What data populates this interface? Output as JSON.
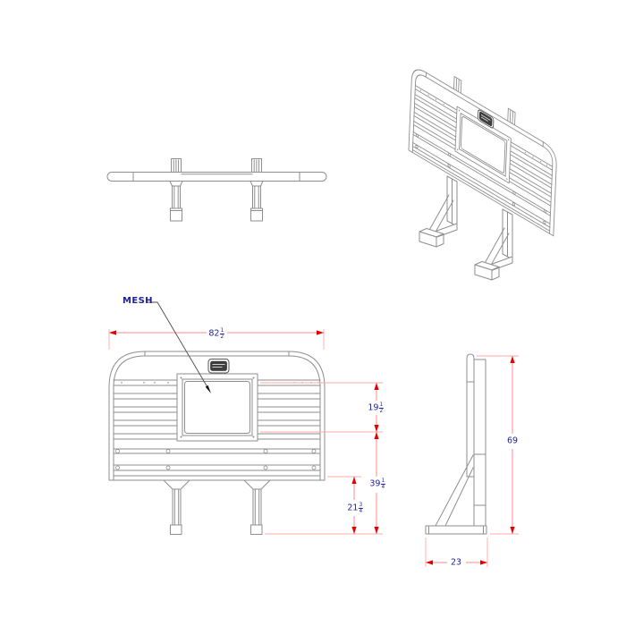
{
  "labels": {
    "mesh": "MESH"
  },
  "dimensions": {
    "overall_width": {
      "whole": "82",
      "num": "1",
      "den": "2"
    },
    "mesh_opening_height": {
      "whole": "19",
      "num": "1",
      "den": "2"
    },
    "window_to_ground": {
      "whole": "39",
      "num": "1",
      "den": "4"
    },
    "panel_to_ground": {
      "whole": "21",
      "num": "3",
      "den": "4"
    },
    "overall_height": "69",
    "base_depth": "23"
  },
  "colors": {
    "background": "#ffffff",
    "geometry": "#8e8e8e",
    "dim_line": "#ff8a8a",
    "ext_line": "#ffaaaa",
    "arrow": "#e30000",
    "dim_text": "#1e1e96",
    "leader": "#4a4a4a"
  }
}
